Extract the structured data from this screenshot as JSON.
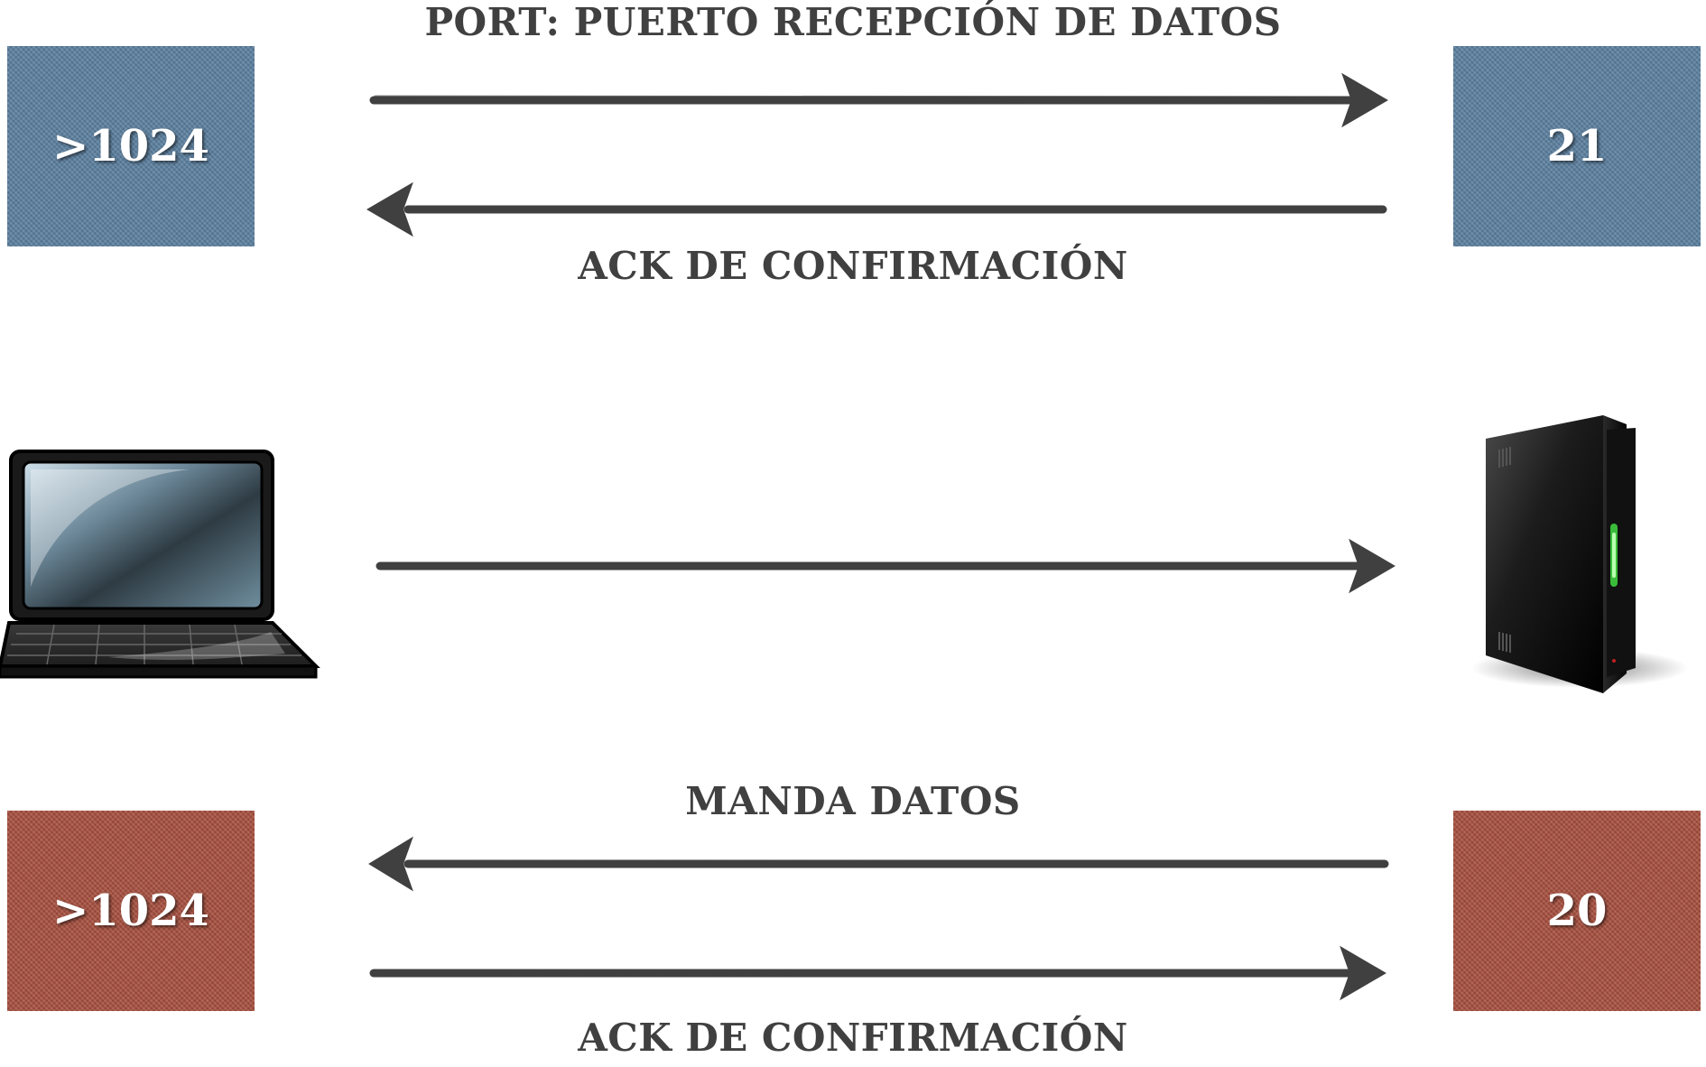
{
  "labels": {
    "top": "PORT: PUERTO RECEPCIÓN DE DATOS",
    "ack_top": "ACK DE CONFIRMACIÓN",
    "manda": "MANDA DATOS",
    "ack_bottom": "ACK DE CONFIRMACIÓN"
  },
  "ports": {
    "client_control": ">1024",
    "server_control": "21",
    "client_data": ">1024",
    "server_data": "20"
  },
  "colors": {
    "control_port": "#5b7f9f",
    "data_port": "#a8503f",
    "arrow": "#404040"
  },
  "icons": {
    "client": "laptop-icon",
    "server": "server-icon"
  }
}
